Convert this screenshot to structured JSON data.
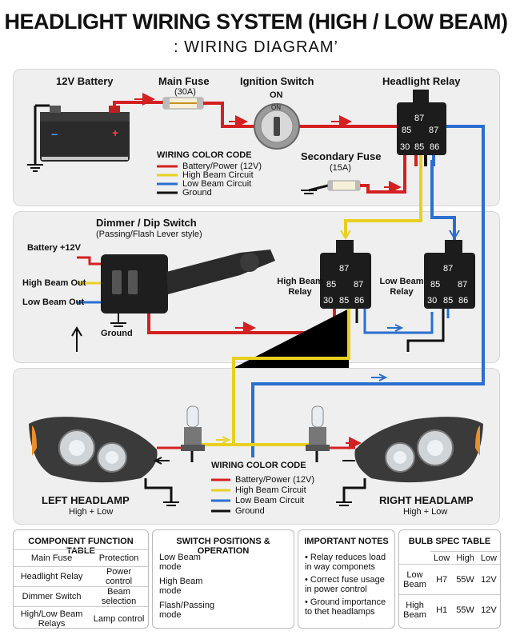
{
  "header": {
    "title": "HEADLIGHT WIRING SYSTEM (HIGH / LOW BEAM)",
    "subtitle": ": WIRING DIAGRAM’"
  },
  "top_section": {
    "battery_label": "12V Battery",
    "battery_minus": "−",
    "battery_plus": "+",
    "main_fuse_label": "Main Fuse",
    "main_fuse_rating": "(30A)",
    "ignition_label": "Ignition Switch",
    "ignition_on_outer": "ON",
    "ignition_on_inner": "ON",
    "relay_label": "Headlight Relay",
    "secondary_fuse_label": "Secondary Fuse",
    "secondary_fuse_rating": "(15A)",
    "legend": {
      "title": "WIRING COLOR CODE",
      "items": [
        "Battery/Power (12V)",
        "High Beam Circuit",
        "Low Beam Circuit",
        "Ground"
      ]
    }
  },
  "relay_pins": {
    "p87": "87",
    "p85": "85",
    "p87b": "87",
    "p30": "30",
    "p85b": "85",
    "p86": "86"
  },
  "middle_section": {
    "dimmer_title": "Dimmer / Dip Switch",
    "dimmer_subtitle": "(Passing/Flash Lever style)",
    "battery_in": "Battery +12V",
    "high_out": "High Beam Out",
    "low_out": "Low Beam Out",
    "ground": "Ground",
    "high_relay_label": "High Beam\nRelay",
    "low_relay_label": "Low Beam\nRelay"
  },
  "bottom_section": {
    "left_headlamp": "LEFT HEADLAMP",
    "left_headlamp_sub": "High + Low",
    "right_headlamp": "RIGHT HEADLAMP",
    "right_headlamp_sub": "High + Low",
    "legend": {
      "title": "WIRING COLOR CODE",
      "items": [
        "Battery/Power (12V)",
        "High Beam Circuit",
        "Low Beam Circuit",
        "Ground"
      ]
    }
  },
  "component_table": {
    "title": "COMPONENT FUNCTION TABLE",
    "rows": [
      [
        "Main Fuse",
        "Protection"
      ],
      [
        "Headlight Relay",
        "Power control"
      ],
      [
        "Dimmer Switch",
        "Beam selection"
      ],
      [
        "High/Low Beam Relays",
        "Lamp control"
      ]
    ]
  },
  "switch_table": {
    "title": "SWITCH POSITIONS & OPERATION",
    "rows": [
      "Low Beam mode",
      "High Beam mode",
      "Flash/Passing mode"
    ]
  },
  "notes": {
    "title": "IMPORTANT NOTES",
    "items": [
      "Relay reduces load in way componets",
      "Correct fuse usage in power control",
      "Ground importance to thet headlamps"
    ]
  },
  "bulb_table": {
    "title": "BULB SPEC TABLE",
    "columns": [
      "Low",
      "High",
      "Low"
    ],
    "rows": [
      {
        "name": "Low Beam",
        "cells": [
          "H7",
          "55W",
          "12V"
        ]
      },
      {
        "name": "High Beam",
        "cells": [
          "H1",
          "55W",
          "12V"
        ]
      }
    ]
  },
  "colors": {
    "power": "#d42020",
    "high": "#e8d020",
    "low": "#2a6fd0",
    "ground": "#111111"
  }
}
